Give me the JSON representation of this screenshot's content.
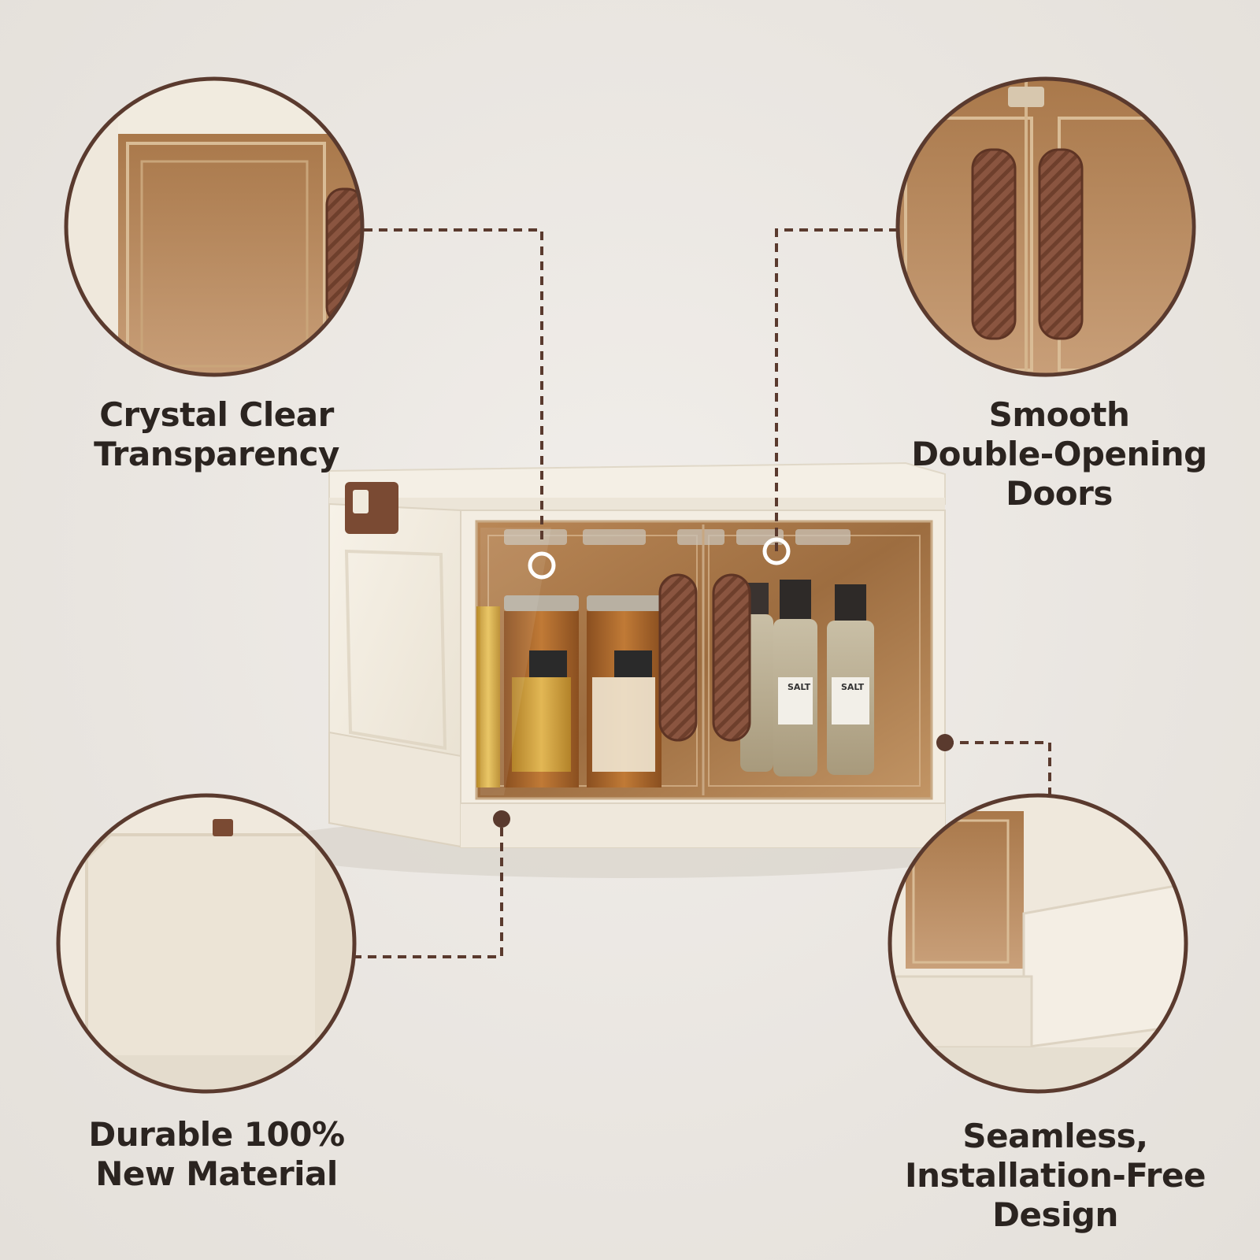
{
  "features": [
    {
      "id": "transparency",
      "lines": [
        "Crystal Clear",
        "Transparency"
      ]
    },
    {
      "id": "doors",
      "lines": [
        "Smooth",
        "Double-Opening",
        "Doors"
      ]
    },
    {
      "id": "material",
      "lines": [
        "Durable 100%",
        "New Material"
      ]
    },
    {
      "id": "design",
      "lines": [
        "Seamless,",
        "Installation-Free",
        "Design"
      ]
    }
  ],
  "product": {
    "labels": [
      "SALT",
      "SALT"
    ]
  },
  "colors": {
    "background": "#eae6e1",
    "cabinet": "#f2ece0",
    "amber_window": "#9a6a3e",
    "handle": "#7a4a33",
    "leader_line": "#5a3a2e",
    "text": "#2b2420"
  }
}
